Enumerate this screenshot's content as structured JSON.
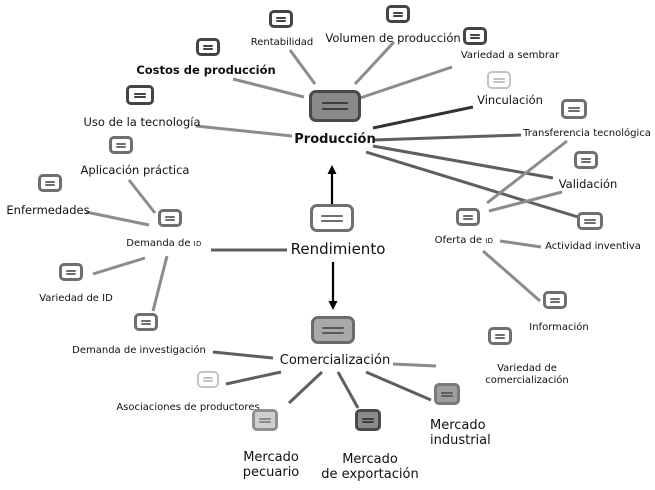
{
  "diagram": {
    "nodes": [
      {
        "id": "produccion",
        "label": "Producción",
        "style": "hub",
        "bold": true,
        "size": "l"
      },
      {
        "id": "rendimiento",
        "label": "Rendimiento",
        "style": "outline",
        "size": "xl"
      },
      {
        "id": "comercializacion",
        "label": "Comercialización",
        "style": "hub-light",
        "size": "l"
      },
      {
        "id": "rentabilidad",
        "label": "Rentabilidad",
        "style": "dark",
        "size": "s"
      },
      {
        "id": "volumen",
        "label": "Volumen de producción",
        "style": "dark",
        "size": "m"
      },
      {
        "id": "variedad_sembrar",
        "label": "Variedad a sembrar",
        "style": "dark",
        "size": "s"
      },
      {
        "id": "costos",
        "label": "Costos de producción",
        "style": "dark",
        "bold": true,
        "size": "m"
      },
      {
        "id": "uso_tecnologia",
        "label": "Uso de  la tecnología",
        "style": "dark",
        "size": "m"
      },
      {
        "id": "vinculacion",
        "label": "Vinculación",
        "style": "faint",
        "size": "m"
      },
      {
        "id": "transferencia",
        "label": "Transferencia tecnológica",
        "style": "outline",
        "size": "s"
      },
      {
        "id": "validacion",
        "label": "Validación",
        "style": "outline",
        "size": "m"
      },
      {
        "id": "actividad_inventiva",
        "label": "Actividad inventiva",
        "style": "outline",
        "size": "s"
      },
      {
        "id": "oferta_id",
        "label": "Oferta de",
        "label_sc": "ID",
        "style": "outline",
        "size": "s"
      },
      {
        "id": "informacion",
        "label": "Información",
        "style": "outline",
        "size": "s"
      },
      {
        "id": "aplicacion",
        "label": "Aplicación  práctica",
        "style": "outline",
        "size": "m"
      },
      {
        "id": "enfermedades",
        "label": "Enfermedades",
        "style": "outline",
        "size": "m"
      },
      {
        "id": "demanda_id",
        "label": "Demanda de",
        "label_sc": "ID",
        "style": "outline",
        "size": "s"
      },
      {
        "id": "variedad_id",
        "label": "Variedad de ID",
        "style": "outline",
        "size": "s"
      },
      {
        "id": "demanda_inv",
        "label": "Demanda de investigación",
        "style": "outline",
        "size": "s"
      },
      {
        "id": "variedad_com",
        "label": "Variedad de\ncomercialización",
        "style": "outline",
        "size": "s"
      },
      {
        "id": "asociaciones",
        "label": "Asociaciones de productores",
        "style": "faint",
        "size": "s"
      },
      {
        "id": "mercado_pecuario",
        "label": "Mercado\npecuario",
        "style": "light",
        "size": "l"
      },
      {
        "id": "mercado_exportacion",
        "label": "Mercado\nde exportación",
        "style": "hub",
        "size": "l"
      },
      {
        "id": "mercado_industrial",
        "label": "Mercado\nindustrial",
        "style": "mid",
        "size": "l"
      }
    ],
    "edges": [
      {
        "from": "produccion",
        "to": "rentabilidad",
        "tone": "light"
      },
      {
        "from": "produccion",
        "to": "volumen",
        "tone": "light"
      },
      {
        "from": "produccion",
        "to": "variedad_sembrar",
        "tone": "light"
      },
      {
        "from": "produccion",
        "to": "costos",
        "tone": "light"
      },
      {
        "from": "produccion",
        "to": "uso_tecnologia",
        "tone": "light"
      },
      {
        "from": "produccion",
        "to": "vinculacion",
        "tone": "dark"
      },
      {
        "from": "produccion",
        "to": "transferencia",
        "tone": "mid"
      },
      {
        "from": "produccion",
        "to": "validacion",
        "tone": "mid"
      },
      {
        "from": "produccion",
        "to": "actividad_inventiva",
        "tone": "mid"
      },
      {
        "from": "oferta_id",
        "to": "transferencia",
        "tone": "light"
      },
      {
        "from": "oferta_id",
        "to": "validacion",
        "tone": "light"
      },
      {
        "from": "oferta_id",
        "to": "actividad_inventiva",
        "tone": "light"
      },
      {
        "from": "oferta_id",
        "to": "informacion",
        "tone": "light"
      },
      {
        "from": "demanda_id",
        "to": "aplicacion",
        "tone": "light"
      },
      {
        "from": "demanda_id",
        "to": "enfermedades",
        "tone": "light"
      },
      {
        "from": "demanda_id",
        "to": "variedad_id",
        "tone": "light"
      },
      {
        "from": "demanda_id",
        "to": "demanda_inv",
        "tone": "light"
      },
      {
        "from": "demanda_id",
        "to": "rendimiento",
        "tone": "mid"
      },
      {
        "from": "comercializacion",
        "to": "demanda_inv",
        "tone": "mid"
      },
      {
        "from": "comercializacion",
        "to": "variedad_com",
        "tone": "light"
      },
      {
        "from": "comercializacion",
        "to": "asociaciones",
        "tone": "mid"
      },
      {
        "from": "comercializacion",
        "to": "mercado_pecuario",
        "tone": "mid"
      },
      {
        "from": "comercializacion",
        "to": "mercado_exportacion",
        "tone": "mid"
      },
      {
        "from": "comercializacion",
        "to": "mercado_industrial",
        "tone": "mid"
      }
    ],
    "arrows": [
      {
        "from": "rendimiento",
        "to": "produccion"
      },
      {
        "from": "rendimiento",
        "to": "comercializacion"
      }
    ]
  },
  "colors": {
    "edge_light": "#8c8c8c",
    "edge_mid": "#5f5f5f",
    "edge_dark": "#333333",
    "arrow": "#000000"
  }
}
